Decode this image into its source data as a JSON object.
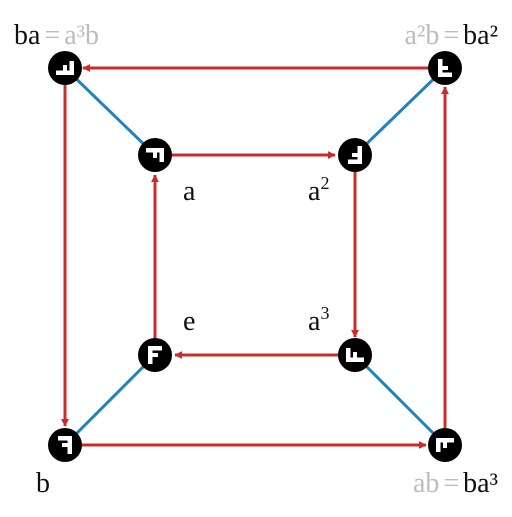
{
  "colors": {
    "generator_a_arrow": "#cc2b2b",
    "generator_b_edge": "#1f83c2",
    "node_fill": "#000000",
    "glyph": "#ffffff",
    "label": "#111111",
    "label_alt": "#bdbdbd"
  },
  "labels": {
    "top_left_main": "ba",
    "top_left_eq": "=",
    "top_left_alt": "a³b",
    "top_right_alt": "a²b",
    "top_right_eq": "=",
    "top_right_main": "ba²",
    "bottom_right_alt": "ab",
    "bottom_right_eq": "=",
    "bottom_right_main": "ba³",
    "bottom_left": "b",
    "inner_a": "a",
    "inner_a2_base": "a",
    "inner_a2_sup": "2",
    "inner_a3_base": "a",
    "inner_a3_sup": "3",
    "inner_e": "e"
  }
}
